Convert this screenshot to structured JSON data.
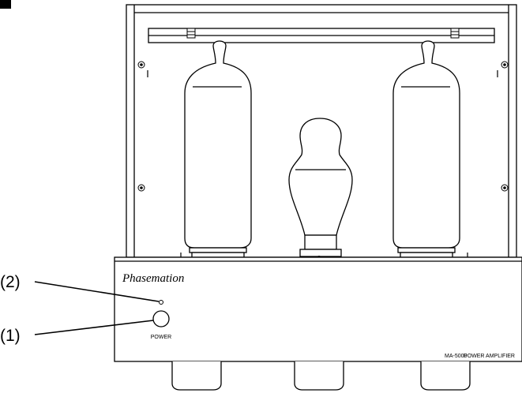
{
  "callouts": [
    {
      "label": "(2)"
    },
    {
      "label": "(1)"
    }
  ],
  "brand": "Phasemation",
  "power_label": "POWER",
  "model_label": "MA-5000",
  "product_label": "POWER AMPLIFIER"
}
